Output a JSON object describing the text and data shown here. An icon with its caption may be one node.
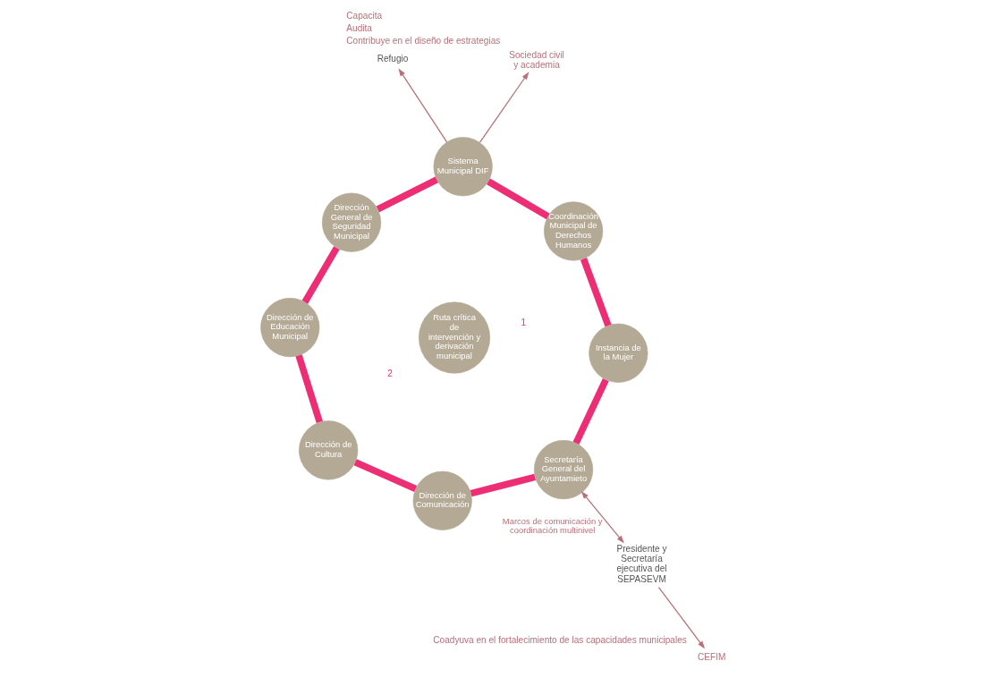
{
  "diagram": {
    "nodes": [
      {
        "text": [
          "Secretaría General del Ayuntamieto"
        ]
      },
      {
        "text": [
          "Instancia de la Mujer"
        ]
      },
      {
        "text": [
          "Coordinación Municipal de Derechos Humanos"
        ]
      },
      {
        "text": [
          "Sistema Municipal DIF"
        ]
      },
      {
        "text": [
          "Dirección General de Seguridad Municipal"
        ]
      },
      {
        "text": [
          "Dirección de Educación Municipal"
        ]
      },
      {
        "text": [
          "Dirección de Cultura"
        ]
      },
      {
        "text": [
          "Dirección de Comunicación"
        ]
      },
      {
        "text": [
          "Ruta crítica de intervención y derivación municipal"
        ]
      },
      {
        "text": [
          "Presidente y Secretaría ejecutiva del SEPASEVM"
        ]
      },
      {
        "text": [
          "CEFIM"
        ],
        "beside": [
          "Coadyuva en el fortalecimiento de las capacidades municipales"
        ]
      },
      {
        "text": [
          "Refugio"
        ]
      },
      {
        "text": [
          "Sociedad civil y academia"
        ],
        "beside": [
          "Capacita",
          "Audita",
          "Contribuye en el diseño de estrategias"
        ]
      }
    ],
    "edges": [
      {
        "from": 0,
        "to": 1,
        "arrow": "none"
      },
      {
        "from": 1,
        "to": 2,
        "arrow": "none"
      },
      {
        "from": 2,
        "to": 3,
        "arrow": "none"
      },
      {
        "from": 3,
        "to": 4,
        "arrow": "none"
      },
      {
        "from": 4,
        "to": 5,
        "arrow": "none"
      },
      {
        "from": 5,
        "to": 6,
        "arrow": "none"
      },
      {
        "from": 6,
        "to": 7,
        "arrow": "none"
      },
      {
        "from": 7,
        "to": 0,
        "arrow": "none"
      },
      {
        "from": 0,
        "to": 9,
        "arrow": "both",
        "label": "Marcos de comunicación y coordinación multinivel",
        "color": "#b8707a"
      },
      {
        "from": 9,
        "to": 10,
        "arrow": "to",
        "color": "#b8707a"
      },
      {
        "from": 3,
        "to": 11,
        "arrow": "to",
        "color": "#b8707a"
      },
      {
        "from": 3,
        "to": 12,
        "arrow": "to",
        "color": "#b8707a"
      }
    ],
    "labels": [
      "2",
      "1"
    ]
  }
}
